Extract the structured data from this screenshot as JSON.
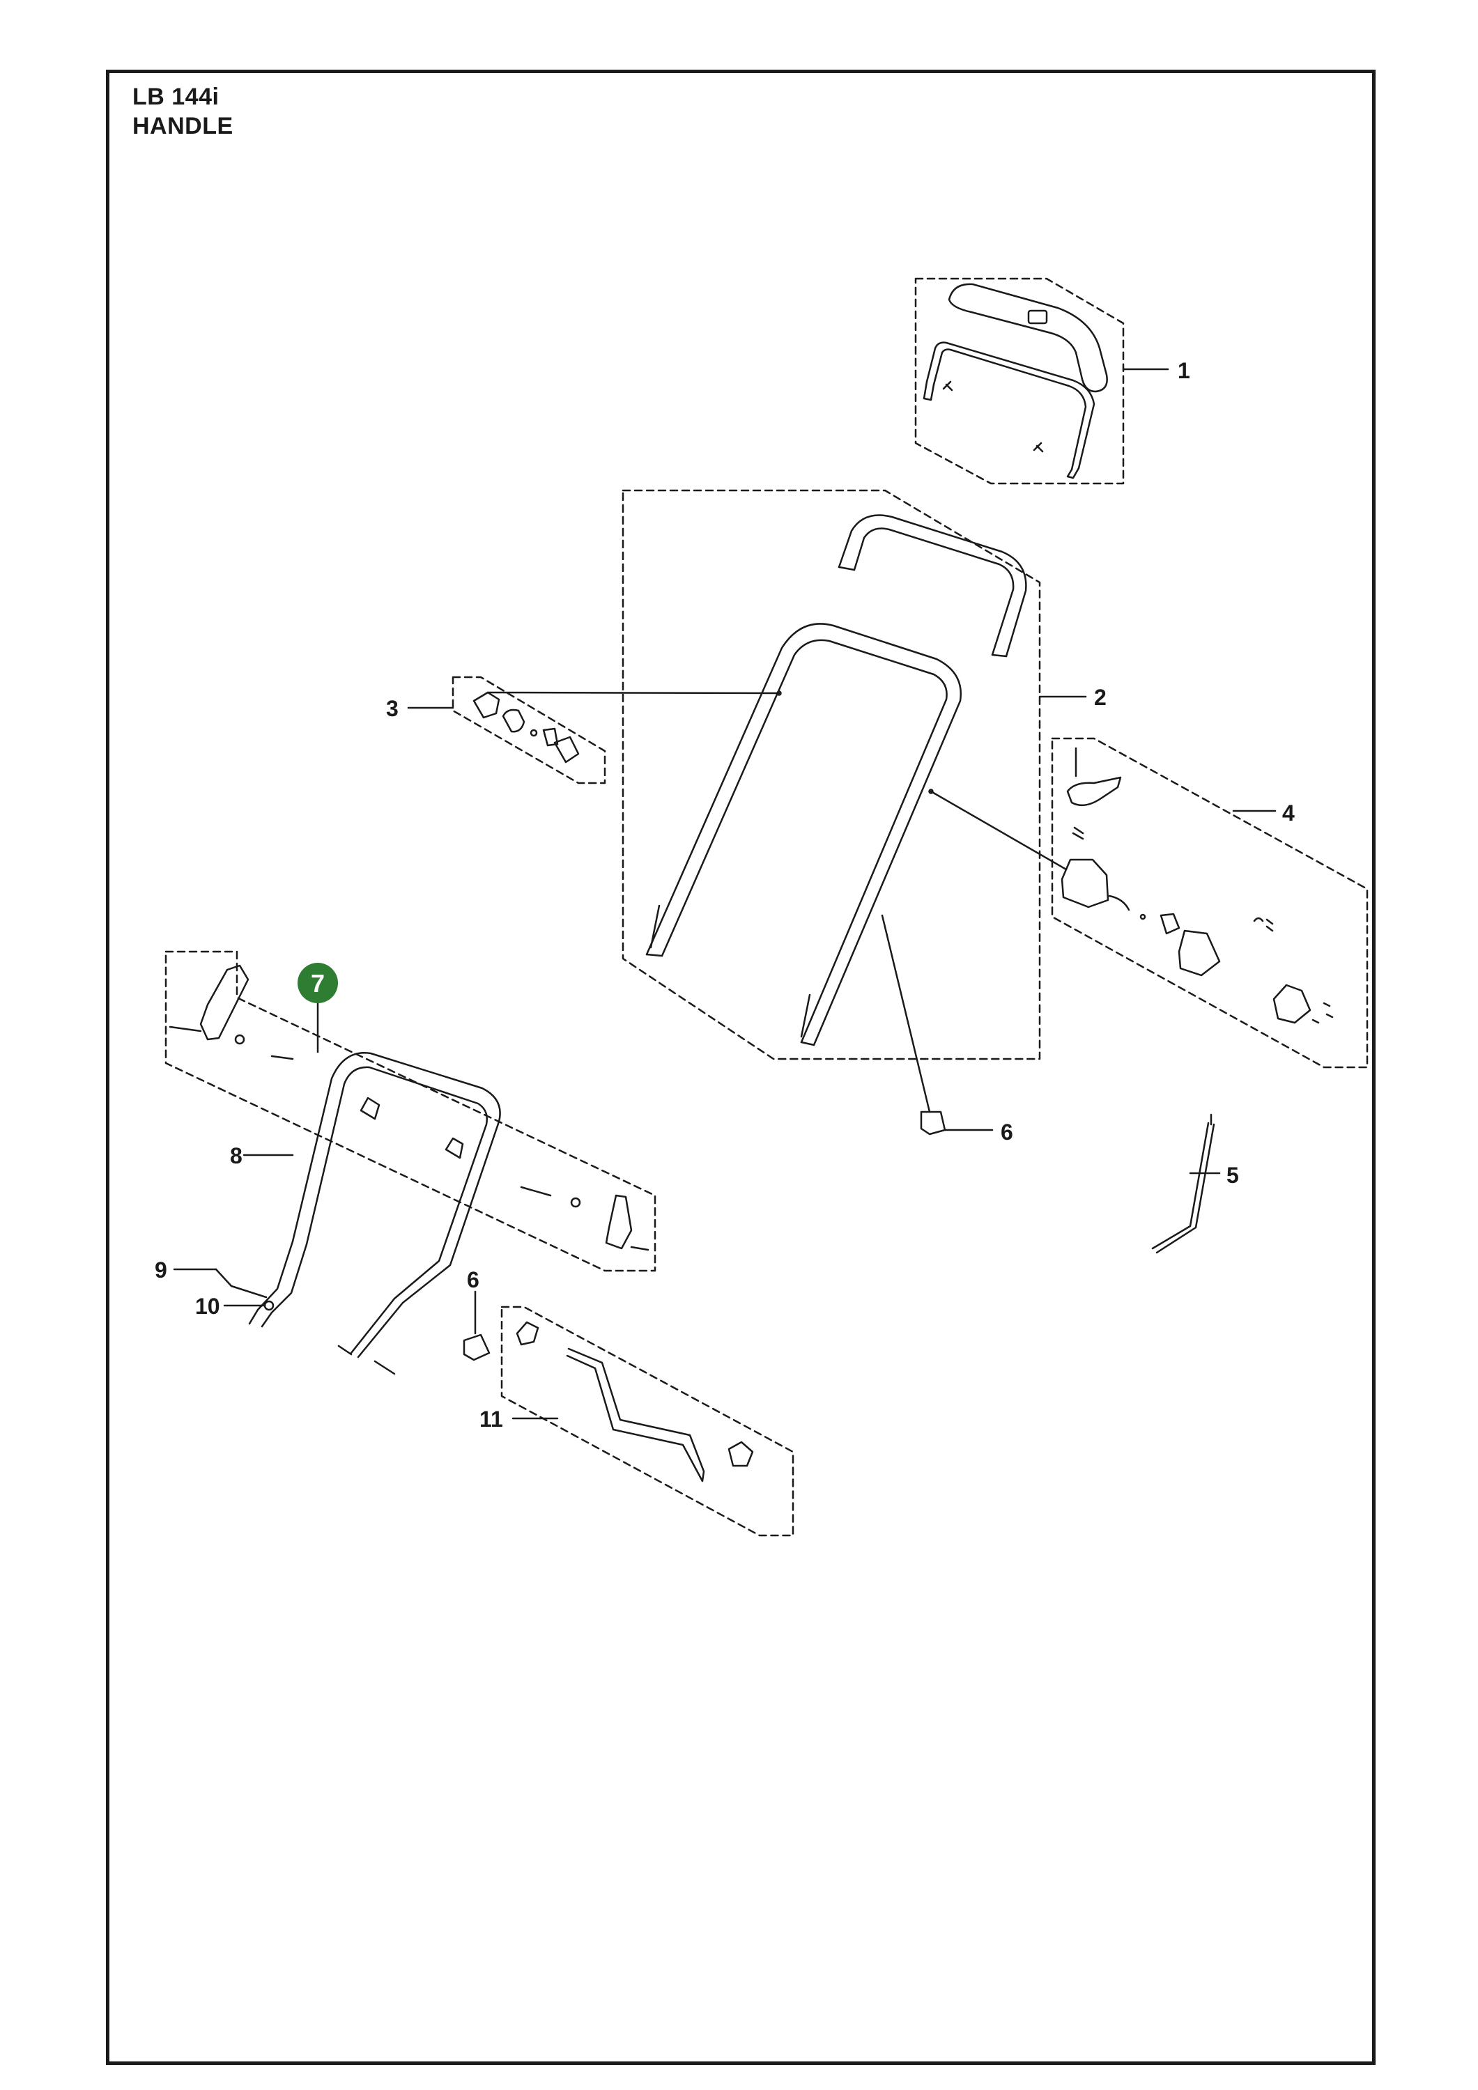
{
  "header": {
    "model": "LB 144i",
    "section": "HANDLE"
  },
  "callouts": [
    {
      "id": "1",
      "label": "1"
    },
    {
      "id": "2",
      "label": "2"
    },
    {
      "id": "3",
      "label": "3"
    },
    {
      "id": "4",
      "label": "4"
    },
    {
      "id": "5",
      "label": "5"
    },
    {
      "id": "6a",
      "label": "6"
    },
    {
      "id": "6b",
      "label": "6"
    },
    {
      "id": "7",
      "label": "7",
      "highlighted": true
    },
    {
      "id": "8",
      "label": "8"
    },
    {
      "id": "9",
      "label": "9"
    },
    {
      "id": "10",
      "label": "10"
    },
    {
      "id": "11",
      "label": "11"
    }
  ],
  "colors": {
    "line": "#1a1a1a",
    "highlight": "#2e7d32",
    "highlight_text": "#ffffff"
  }
}
